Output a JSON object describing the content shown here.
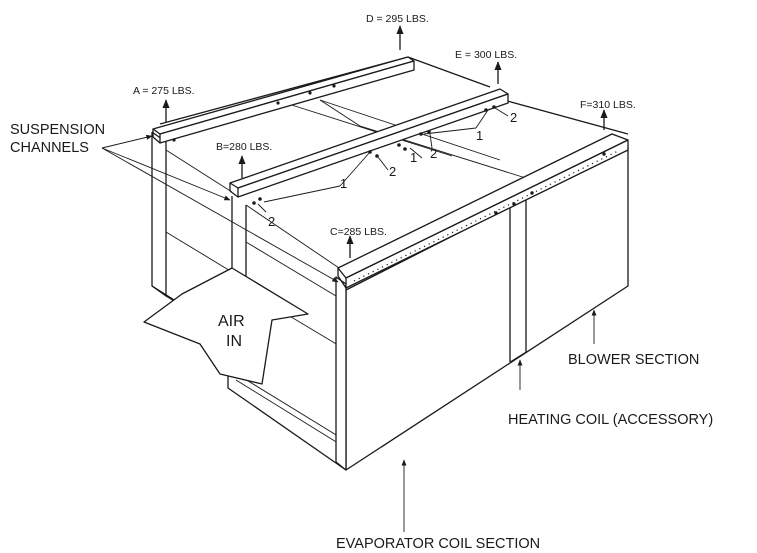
{
  "loads": {
    "a": "A = 275 LBS.",
    "b": "B=280 LBS.",
    "c": "C=285 LBS.",
    "d": "D = 295 LBS.",
    "e": "E = 300 LBS.",
    "f": "F=310 LBS."
  },
  "labels": {
    "suspension_line1": "SUSPENSION",
    "suspension_line2": "CHANNELS",
    "air_line1": "AIR",
    "air_line2": "IN",
    "blower_section": "BLOWER SECTION",
    "heating_coil": "HEATING COIL (ACCESSORY)",
    "evaporator_section": "EVAPORATOR COIL SECTION"
  },
  "callouts": {
    "one": "1",
    "two": "2"
  }
}
